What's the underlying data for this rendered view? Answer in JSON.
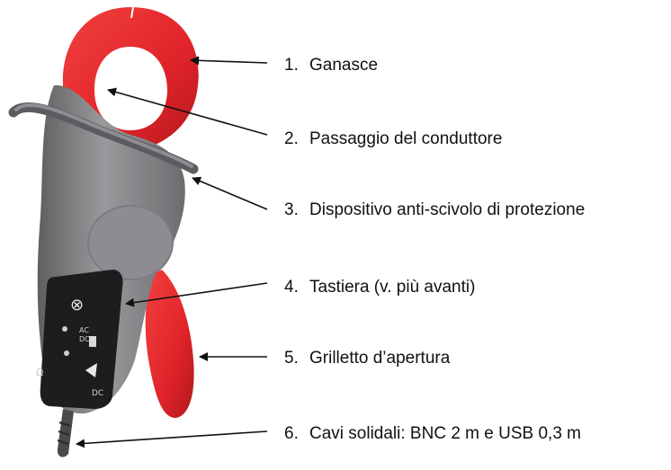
{
  "callouts": [
    {
      "number": "1.",
      "text": "Ganasce"
    },
    {
      "number": "2.",
      "text": "Passaggio del conduttore"
    },
    {
      "number": "3.",
      "text": "Dispositivo anti-scivolo di protezione"
    },
    {
      "number": "4.",
      "text": "Tastiera (v. più avanti)"
    },
    {
      "number": "5.",
      "text": "Grilletto d’apertura"
    },
    {
      "number": "6.",
      "text": "Cavi solidali: BNC 2 m e USB 0,3 m"
    }
  ],
  "keypad": {
    "top_symbol": "⊗",
    "side_marks": [
      "AC",
      "DC"
    ],
    "bottom_text": "DC",
    "left_text": "Ω"
  },
  "colors": {
    "jaw_red": "#e8272b",
    "jaw_dark": "#b11a1d",
    "body_gray": "#8a8a8d",
    "body_dark": "#4a4a4d",
    "keypad_black": "#1d1d1f",
    "arrow": "#111111"
  }
}
